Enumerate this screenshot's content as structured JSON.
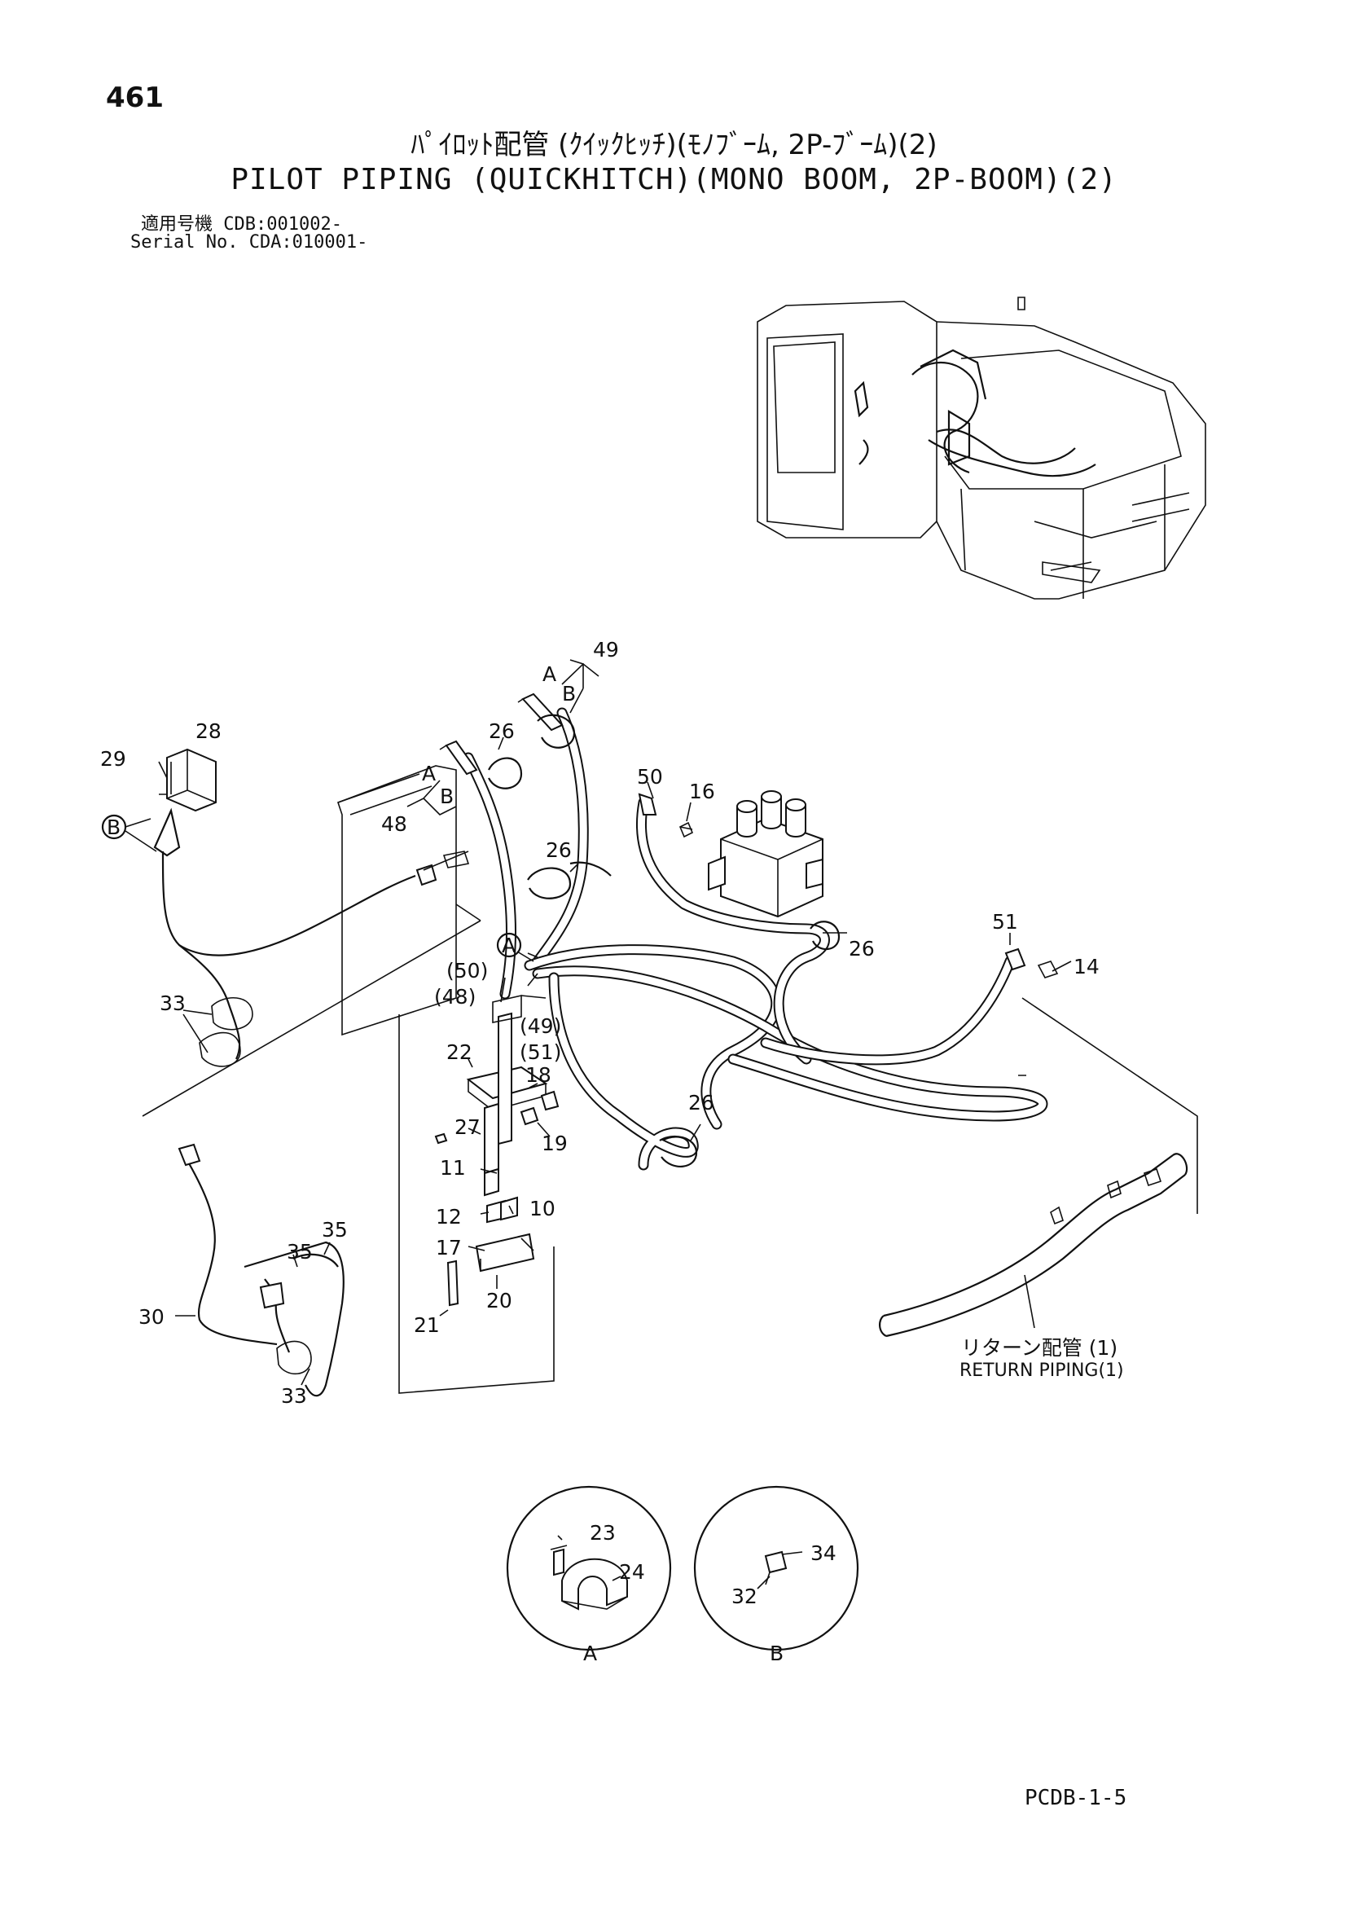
{
  "header": {
    "page_number": "461",
    "title_jp": "ﾊﾟｲﾛｯﾄ配管 (ｸｲｯｸﾋｯﾁ)(ﾓﾉﾌﾞｰﾑ, 2P-ﾌﾞｰﾑ)(2)",
    "title_en": "PILOT PIPING (QUICKHITCH)(MONO BOOM, 2P-BOOM)(2)",
    "serial_jp": "適用号機 CDB:001002-",
    "serial_en": "Serial No. CDA:010001-"
  },
  "return_piping": {
    "label_jp": "リターン配管 (1)",
    "label_en": "RETURN PIPING(1)"
  },
  "callouts": {
    "c49": "49",
    "c49A": "A",
    "c49B": "B",
    "c28": "28",
    "c29": "29",
    "c26a": "26",
    "c48A": "A",
    "c48B": "B",
    "c48": "48",
    "c50": "50",
    "c16": "16",
    "cB": "B",
    "c26b": "26",
    "cA": "A",
    "c50p": "(50)",
    "c48p": "(48)",
    "c49p": "(49)",
    "c51p": "(51)",
    "c22": "22",
    "c18": "18",
    "c27": "27",
    "c19": "19",
    "c51": "51",
    "c14": "14",
    "c26c": "26",
    "c26d": "26",
    "c33a": "33",
    "c11": "11",
    "c12": "12",
    "c10": "10",
    "c35a": "35",
    "c35b": "35",
    "c17": "17",
    "c30": "30",
    "c20": "20",
    "c21": "21",
    "c33b": "33",
    "c23": "23",
    "c24": "24",
    "c34": "34",
    "c32": "32",
    "detailA": "A",
    "detailB": "B"
  },
  "footer": {
    "page_code": "PCDB-1-5"
  }
}
